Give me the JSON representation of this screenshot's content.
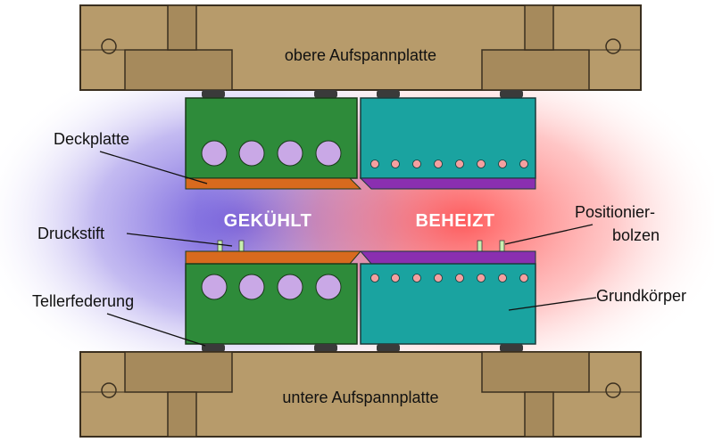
{
  "plates": {
    "upper_label": "obere Aufspannplatte",
    "lower_label": "untere Aufspannplatte"
  },
  "zones": {
    "cooled": "GEKÜHLT",
    "heated": "BEHEIZT"
  },
  "labels": {
    "deckplatte": "Deckplatte",
    "druckstift": "Druckstift",
    "tellerfederung": "Tellerfederung",
    "positionier_1": "Positionier-",
    "positionier_2": "bolzen",
    "grundkoerper": "Grundkörper"
  },
  "colors": {
    "platen": "#b79b6b",
    "platen_edge": "#3a2f1f",
    "cooled_block": "#2e8b3a",
    "heated_block": "#1aa3a0",
    "cooled_plate": "#d86a1e",
    "heated_plate": "#8a2fb0",
    "hole": "#c9a8e6",
    "pin_hole": "#f4a0a0",
    "cool_glow": "#5a3fd0",
    "heat_glow": "#ff5a5a",
    "foot": "#3a3a3a",
    "pin": "#c8f0b0"
  }
}
